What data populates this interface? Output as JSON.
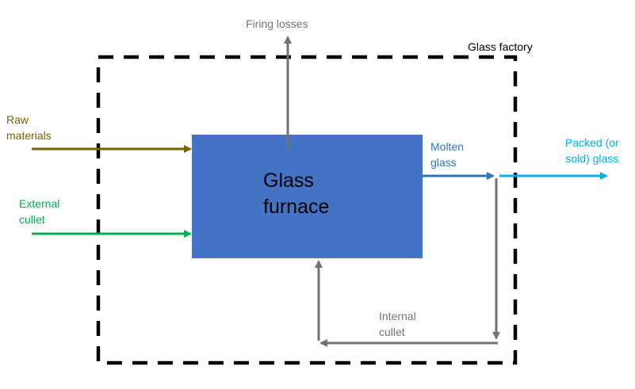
{
  "factory_label": "Glass factory",
  "furnace": {
    "line1": "Glass",
    "line2": "furnace"
  },
  "inputs": {
    "raw_materials": {
      "line1": "Raw",
      "line2": "materials"
    },
    "external_cullet": {
      "line1": "External",
      "line2": "cullet"
    }
  },
  "outputs": {
    "firing_losses": "Firing losses",
    "molten_glass": {
      "line1": "Molten",
      "line2": "glass"
    },
    "packed_glass": {
      "line1": "Packed (or",
      "line2": "sold) glass"
    }
  },
  "recycle": {
    "line1": "Internal",
    "line2": "cullet"
  },
  "colors": {
    "furnace_fill": "#4472C4",
    "raw_materials": "#7F6000",
    "external_cullet": "#00B050",
    "firing_losses": "#767171",
    "molten_glass": "#2E75B6",
    "packed_glass": "#00B0F0",
    "internal_cullet": "#767171",
    "boundary": "#000000"
  }
}
